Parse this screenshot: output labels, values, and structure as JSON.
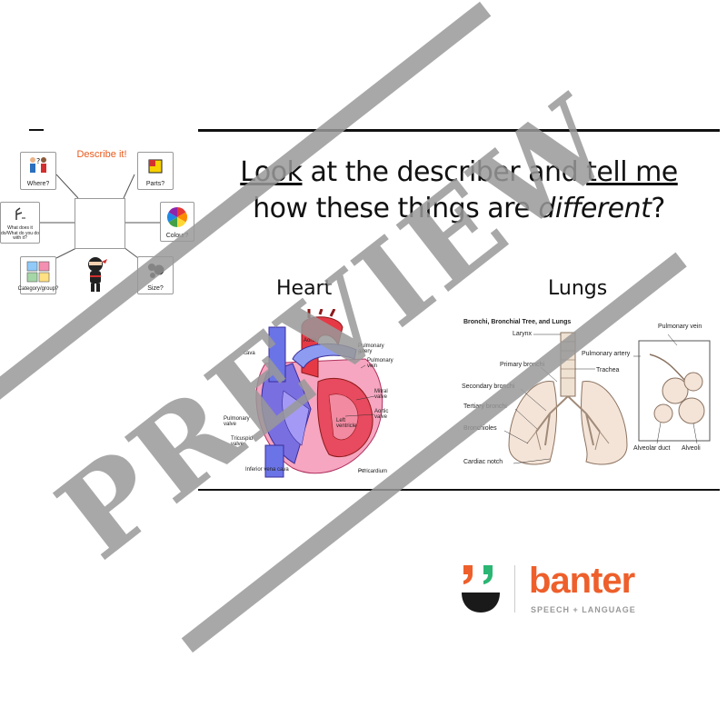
{
  "describer": {
    "title": "Describe it!",
    "where_label": "Where?",
    "parts_label": "Parts?",
    "what_does_label": "What does it do/What do you do with it?",
    "colour_label": "Colour?",
    "category_label": "Category/group?",
    "size_label": "Size?"
  },
  "heading": {
    "line1_word1": "Look",
    "line1_mid": " at the describer and ",
    "line1_word2": "tell me",
    "line2_start": "how these things are ",
    "line2_emph": "different",
    "line2_end": "?"
  },
  "heart": {
    "title": "Heart",
    "labels": {
      "aorta": "Aorta",
      "pulmonary_artery": "Pulmonary artery",
      "pulmonary_vein": "Pulmonary vein",
      "cava": "cava",
      "mitral_valve": "Mitral valve",
      "aortic_valve": "Aortic valve",
      "pulmonary_valve": "Pulmonary valve",
      "tricuspid_valve": "Tricuspid valve",
      "left_ventricle": "Left ventricle",
      "inferior_vena_cava": "Inferior vena cava",
      "pericardium": "Pericardium"
    }
  },
  "lungs": {
    "title": "Lungs",
    "caption": "Bronchi, Bronchial Tree, and Lungs",
    "labels": {
      "larynx": "Larynx",
      "primary_bronchi": "Primary bronchi",
      "secondary_bronchi": "Secondary bronchi",
      "tertiary_bronchi": "Tertiary bronchi",
      "bronchioles": "Bronchioles",
      "cardiac_notch": "Cardiac notch",
      "trachea": "Trachea",
      "pulmonary_artery": "Pulmonary artery",
      "pulmonary_vein": "Pulmonary vein",
      "alveolar_duct": "Alveolar duct",
      "alveoli": "Alveoli"
    }
  },
  "logo": {
    "word": "banter",
    "tagline": "SPEECH + LANGUAGE",
    "brand_color": "#ee5f2b"
  },
  "watermark": {
    "text": "PREVIEW",
    "color": "#999999"
  }
}
